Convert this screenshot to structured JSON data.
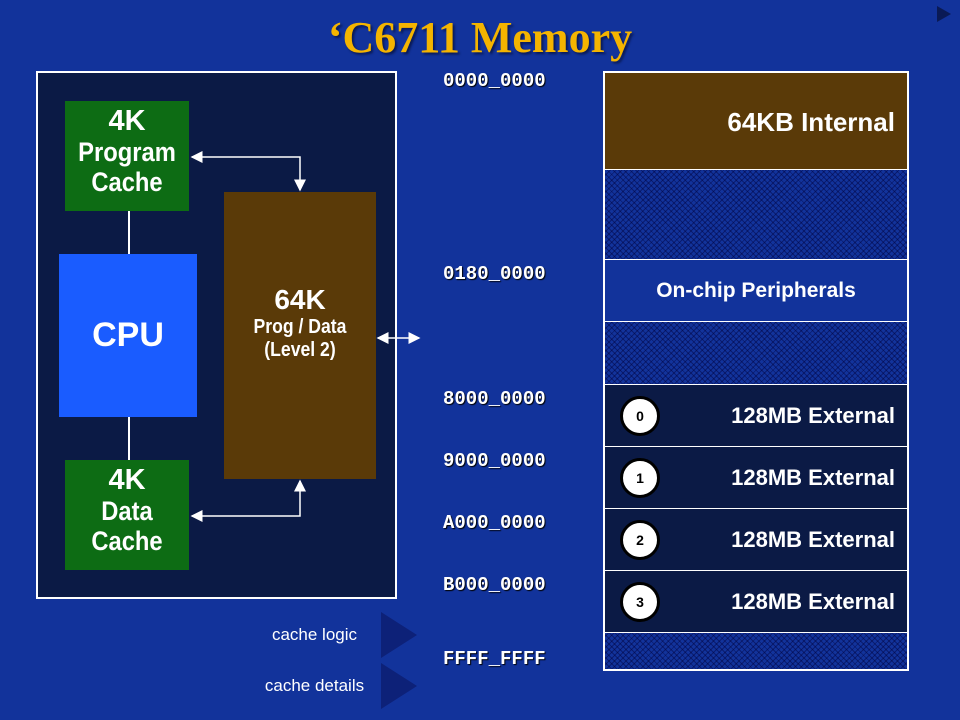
{
  "title": "‘C6711 Memory",
  "chip": {
    "program_cache": {
      "size": "4K",
      "line1": "Program",
      "line2": "Cache"
    },
    "cpu": {
      "label": "CPU"
    },
    "l2": {
      "size": "64K",
      "line1": "Prog / Data",
      "line2": "(Level 2)"
    },
    "data_cache": {
      "size": "4K",
      "line1": "Data",
      "line2": "Cache"
    }
  },
  "addresses": [
    "0000_0000",
    "0180_0000",
    "8000_0000",
    "9000_0000",
    "A000_0000",
    "B000_0000",
    "FFFF_FFFF"
  ],
  "memory_map": {
    "internal": "64KB Internal",
    "peripherals": "On-chip Peripherals",
    "external": [
      {
        "num": "0",
        "label": "128MB External"
      },
      {
        "num": "1",
        "label": "128MB External"
      },
      {
        "num": "2",
        "label": "128MB External"
      },
      {
        "num": "3",
        "label": "128MB External"
      }
    ]
  },
  "nav": {
    "cache_logic": "cache logic",
    "cache_details": "cache details"
  },
  "colors": {
    "background": "#12339b",
    "title": "#f4b400",
    "cache": "#0d6c14",
    "cpu": "#1a5cff",
    "l2": "#5a3a08",
    "panel": "#0b1a45"
  }
}
